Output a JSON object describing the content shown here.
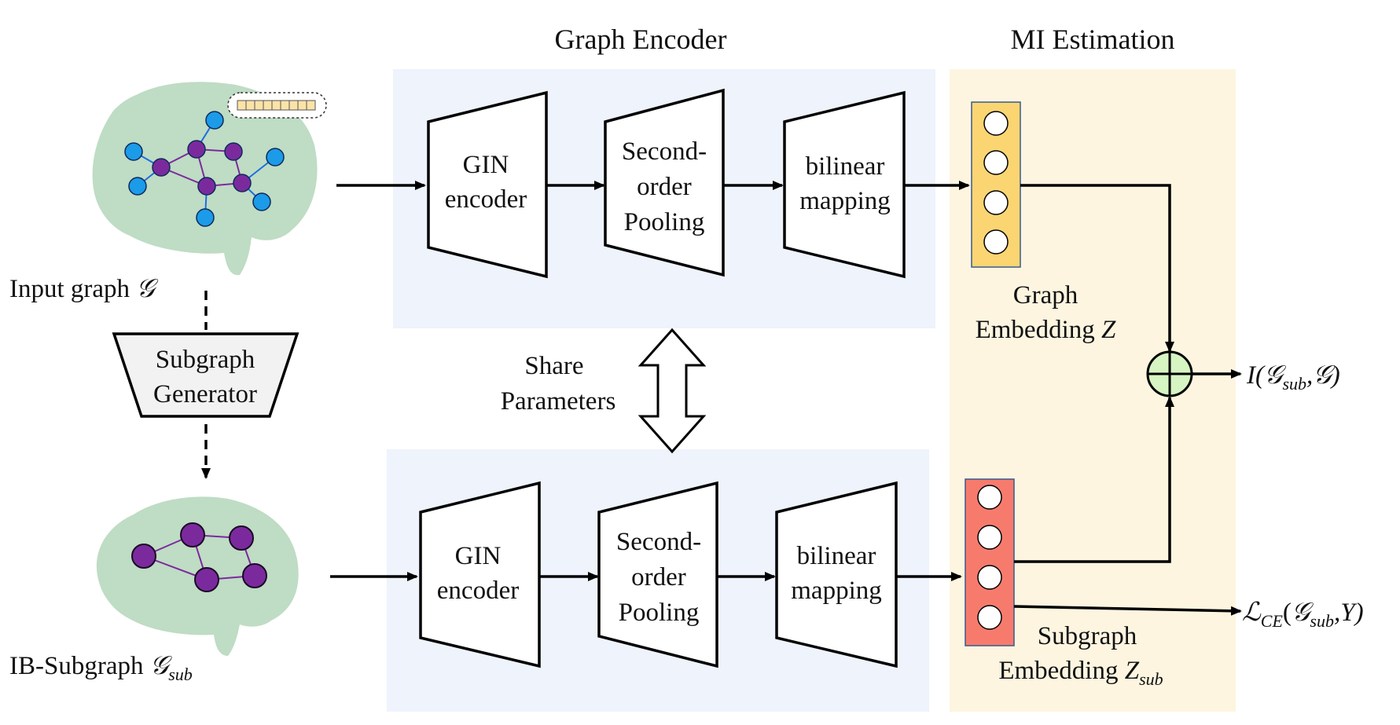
{
  "sections": {
    "graph_encoder_title": "Graph Encoder",
    "mi_estimation_title": "MI Estimation"
  },
  "input_graph": {
    "label_prefix": "Input graph ",
    "symbol": "𝒢"
  },
  "subgraph_generator": {
    "line1": "Subgraph",
    "line2": "Generator"
  },
  "ib_subgraph": {
    "label_prefix": "IB-Subgraph ",
    "symbol": "𝒢",
    "subscript": "sub"
  },
  "share_parameters": {
    "line1": "Share",
    "line2": "Parameters"
  },
  "encoder_top": {
    "gin": [
      "GIN",
      "encoder"
    ],
    "pooling": [
      "Second-",
      "order",
      "Pooling"
    ],
    "bilinear": [
      "bilinear",
      "mapping"
    ]
  },
  "encoder_bottom": {
    "gin": [
      "GIN",
      "encoder"
    ],
    "pooling": [
      "Second-",
      "order",
      "Pooling"
    ],
    "bilinear": [
      "bilinear",
      "mapping"
    ]
  },
  "graph_embedding": {
    "line1": "Graph",
    "line2_prefix": "Embedding ",
    "symbol": "Z"
  },
  "subgraph_embedding": {
    "line1": "Subgraph",
    "line2_prefix": "Embedding ",
    "symbol": "Z",
    "subscript": "sub"
  },
  "outputs": {
    "mi": {
      "prefix": "I(",
      "g1": "𝒢",
      "sub": "sub",
      "rest": ",𝒢)"
    },
    "ce": {
      "prefix": "ℒ",
      "prefix_sub": "CE",
      "open": "(",
      "g1": "𝒢",
      "sub": "sub",
      "rest": ",Y)"
    }
  },
  "colors": {
    "encoder_panel": "#eef3fc",
    "mi_panel": "#fdf5e0",
    "brain": "#bfdcc4",
    "graph_embedding": "#fbd572",
    "subgraph_embedding": "#f77b6d",
    "node_blue": "#1c9be8",
    "node_purple": "#7b2a9e",
    "oplus": "#d6f5c2",
    "generator_fill": "#f2f2f2"
  }
}
